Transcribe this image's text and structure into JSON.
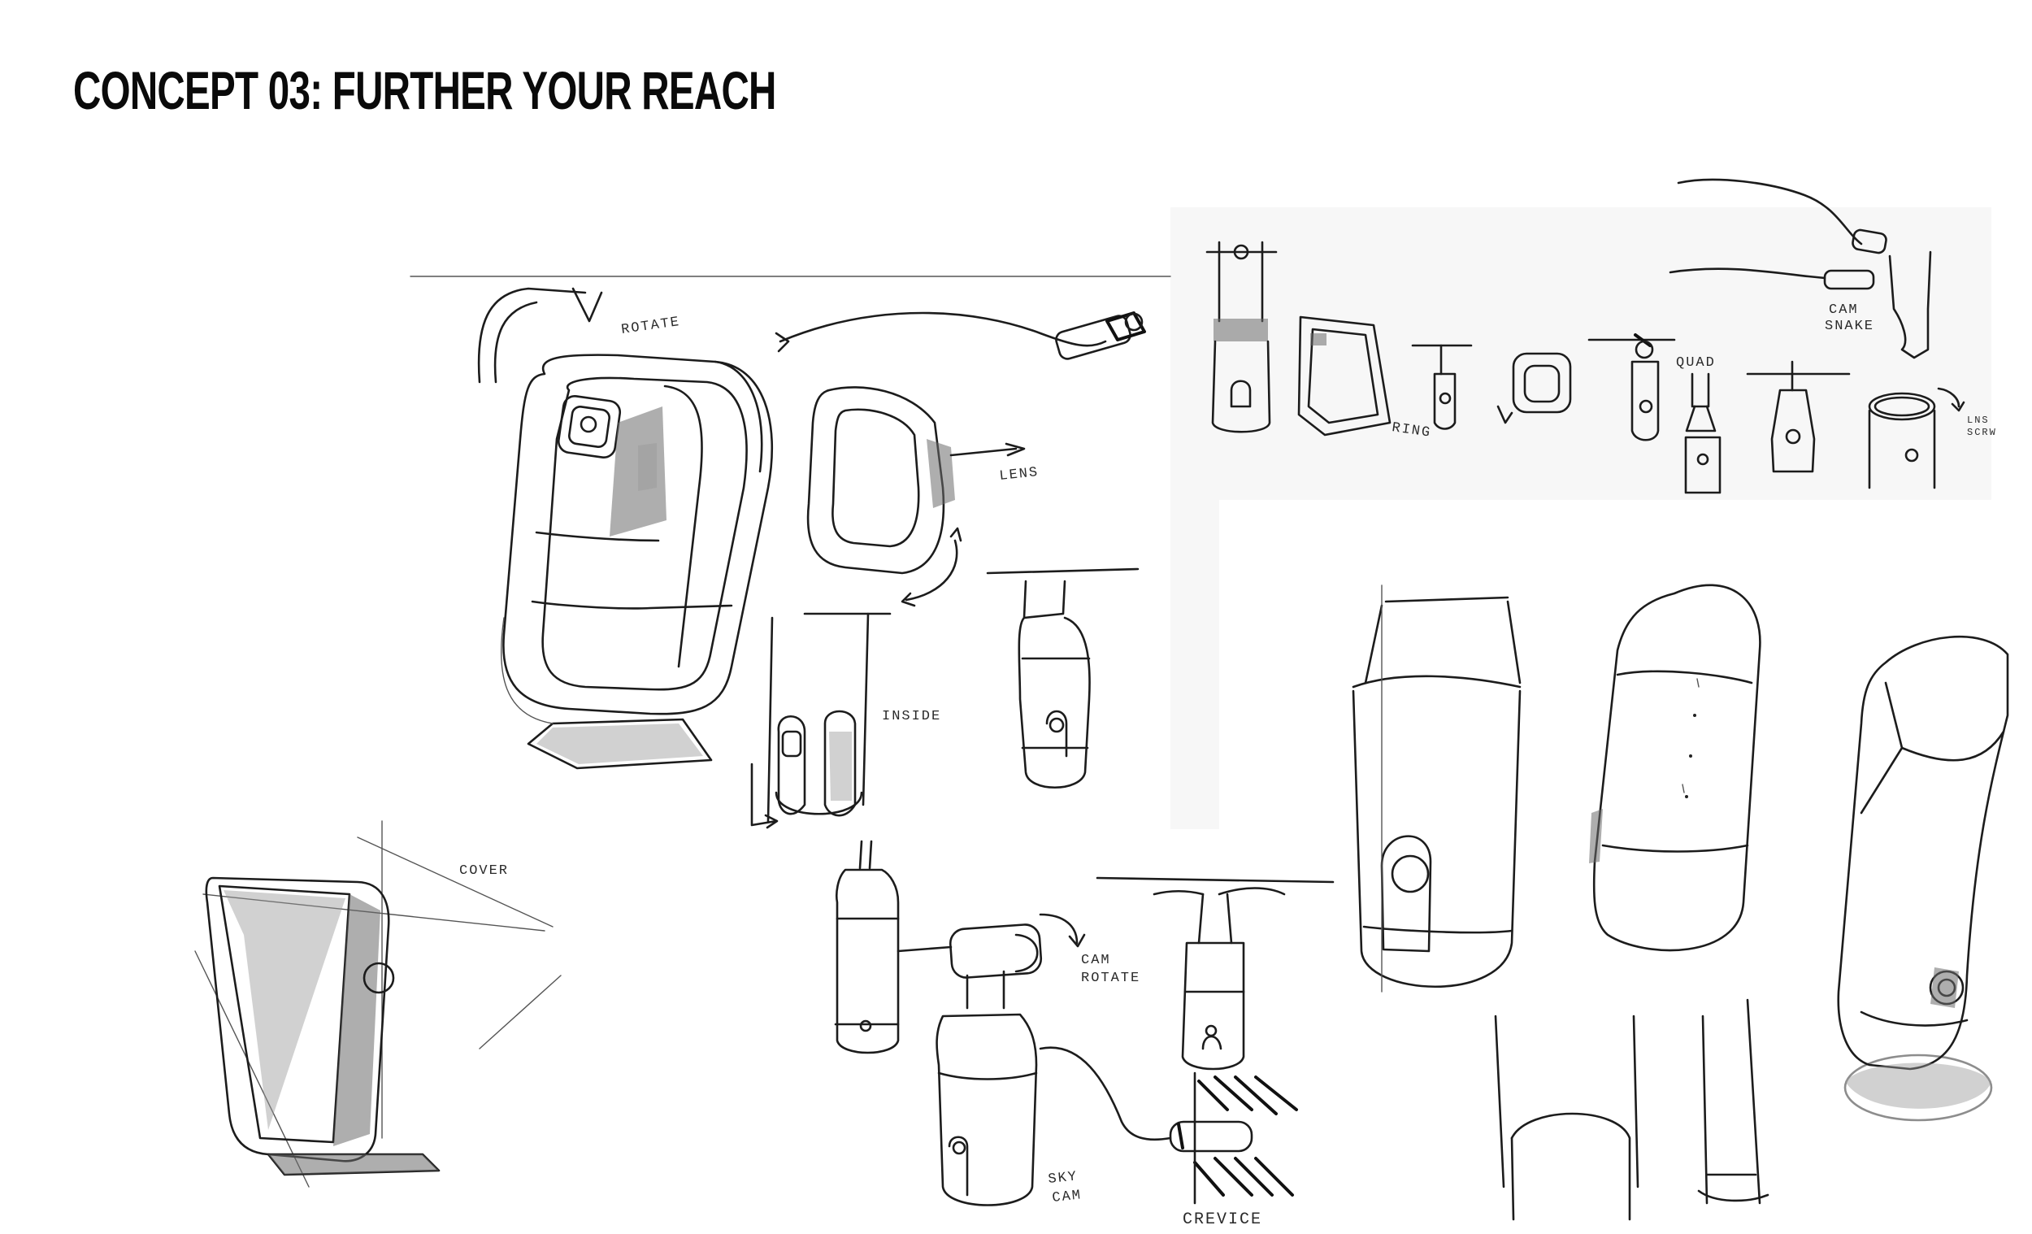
{
  "page": {
    "title": "CONCEPT 03: FURTHER YOUR REACH"
  },
  "sketch_notes": {
    "rotate": "ROTATE",
    "lens": "LENS",
    "inside": "INSIDE",
    "cover": "COVER",
    "ring": "RING",
    "quad": "QUAD",
    "cam_snake_1": "CAM",
    "cam_snake_2": "SNAKE",
    "cam_rotate_1": "CAM",
    "cam_rotate_2": "ROTATE",
    "sky_cam_1": "SKY",
    "sky_cam_2": "CAM",
    "crevice": "CREVICE",
    "lens_screw_1": "LNS",
    "lens_screw_2": "SCRW"
  }
}
